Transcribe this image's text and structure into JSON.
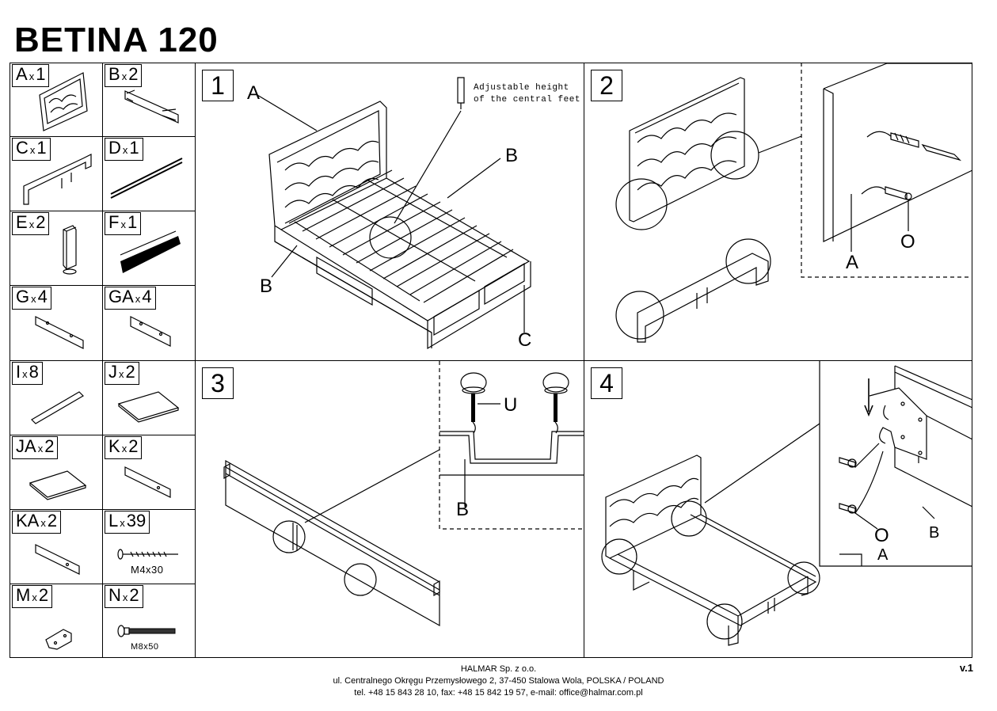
{
  "title": "BETINA 120",
  "parts": [
    {
      "letter": "A",
      "qty": "1"
    },
    {
      "letter": "B",
      "qty": "2"
    },
    {
      "letter": "C",
      "qty": "1"
    },
    {
      "letter": "D",
      "qty": "1"
    },
    {
      "letter": "E",
      "qty": "2"
    },
    {
      "letter": "F",
      "qty": "1"
    },
    {
      "letter": "G",
      "qty": "4"
    },
    {
      "letter": "GA",
      "qty": "4"
    },
    {
      "letter": "I",
      "qty": "8"
    },
    {
      "letter": "J",
      "qty": "2"
    },
    {
      "letter": "JA",
      "qty": "2"
    },
    {
      "letter": "K",
      "qty": "2"
    },
    {
      "letter": "KA",
      "qty": "2"
    },
    {
      "letter": "L",
      "qty": "39"
    },
    {
      "letter": "M",
      "qty": "2"
    },
    {
      "letter": "N",
      "qty": "2"
    }
  ],
  "qty_mark": "x",
  "screw_labels": {
    "L": "M4x30",
    "N": "M8x50"
  },
  "steps": {
    "s1": {
      "num": "1",
      "note_line1": "Adjustable height",
      "note_line2": "of the central feet",
      "labels": {
        "A": "A",
        "B_top": "B",
        "B_left": "B",
        "C": "C"
      }
    },
    "s2": {
      "num": "2",
      "labels": {
        "A": "A",
        "O": "O"
      }
    },
    "s3": {
      "num": "3",
      "labels": {
        "U": "U",
        "B": "B"
      }
    },
    "s4": {
      "num": "4",
      "labels": {
        "O": "O",
        "A": "A",
        "B": "B"
      }
    }
  },
  "footer": {
    "company": "HALMAR Sp. z o.o.",
    "address": "ul. Centralnego Okręgu Przemysłowego 2, 37-450 Stalowa Wola, POLSKA / POLAND",
    "contact": "tel. +48 15 843 28 10, fax: +48 15 842 19 57, e-mail: office@halmar.com.pl"
  },
  "version": "v.1"
}
